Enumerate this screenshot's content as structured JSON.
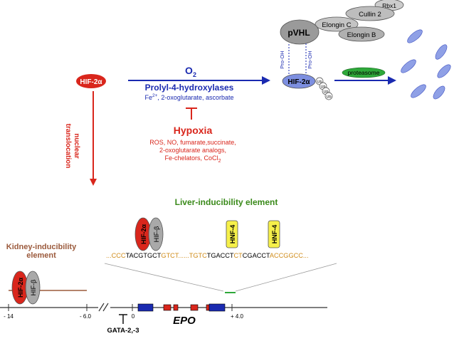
{
  "hif2a": {
    "label": "HIF-2α"
  },
  "o2": {
    "label": "O",
    "sub": "2"
  },
  "hydroxylase": {
    "title": "Prolyl-4-hydroxylases",
    "cofactors_pre": "Fe",
    "cofactors_sup": "2+",
    "cofactors_post": ", 2-oxoglutarate, ascorbate"
  },
  "hypoxia": {
    "title": "Hypoxia",
    "line1": "ROS, NO, fumarate,succinate,",
    "line2": "2-oxoglutarate analogs,",
    "line3": "Fe-chelators, CoCl",
    "line3_sub": "2"
  },
  "nuclear": {
    "line1": "nuclear",
    "line2": "translocation"
  },
  "complex": {
    "rbx1": "Rbx1",
    "cullin2": "Cullin 2",
    "elonginc": "Elongin C",
    "elonginb": "Elongin B",
    "pvhl": "pVHL",
    "prooh": "Pro-OH",
    "hif": "HIF-2α",
    "ub": "Ub"
  },
  "proteasome": {
    "label": "proteasome"
  },
  "liver": {
    "title": "Liver-inducibility element",
    "hif2a": "HIF-2α",
    "hifb": "HIF-β",
    "hnf4": "HNF-4"
  },
  "sequence": {
    "s1": "...CCC",
    "s2": "TACGTGCT",
    "s3": "GTCT",
    "s4": "......",
    "s5": "TGTC",
    "s6": "TGACCT",
    "s7": "CT",
    "s8": "CGACCT",
    "s9": "ACCGGCC",
    "s10": "..."
  },
  "kidney": {
    "line1": "Kidney-inducibility",
    "line2": "element",
    "hif2a": "HIF-2α",
    "hifb": "HIF-β"
  },
  "gene": {
    "label": "EPO",
    "tick_m14": "- 14",
    "tick_m6": "- 6.0",
    "tick_0": "0",
    "tick_p4": "+ 4.0",
    "gata": "GATA-2,-3"
  },
  "colors": {
    "red": "#d9261c",
    "blue": "#1a2ab0",
    "olive": "#3a8a1a",
    "brown": "#9b5a3c",
    "orange": "#d08c1a",
    "hifblue": "#7d8fe0",
    "gray": "#a9a9a9",
    "yellow": "#f6f04a",
    "green": "#2ea83a"
  }
}
